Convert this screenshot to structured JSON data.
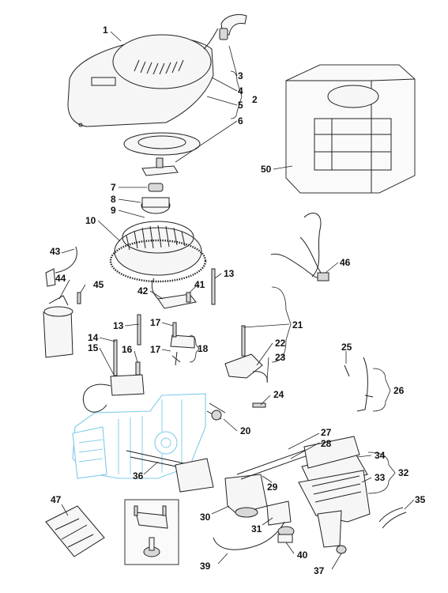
{
  "callouts": [
    {
      "id": "1",
      "label": "1"
    },
    {
      "id": "2",
      "label": "2"
    },
    {
      "id": "3",
      "label": "3"
    },
    {
      "id": "4",
      "label": "4"
    },
    {
      "id": "5",
      "label": "5"
    },
    {
      "id": "6",
      "label": "6"
    },
    {
      "id": "7",
      "label": "7"
    },
    {
      "id": "8",
      "label": "8"
    },
    {
      "id": "9",
      "label": "9"
    },
    {
      "id": "10",
      "label": "10"
    },
    {
      "id": "13a",
      "label": "13"
    },
    {
      "id": "13b",
      "label": "13"
    },
    {
      "id": "14",
      "label": "14"
    },
    {
      "id": "15",
      "label": "15"
    },
    {
      "id": "16",
      "label": "16"
    },
    {
      "id": "17a",
      "label": "17"
    },
    {
      "id": "17b",
      "label": "17"
    },
    {
      "id": "18",
      "label": "18"
    },
    {
      "id": "20",
      "label": "20"
    },
    {
      "id": "21",
      "label": "21"
    },
    {
      "id": "22",
      "label": "22"
    },
    {
      "id": "23",
      "label": "23"
    },
    {
      "id": "24",
      "label": "24"
    },
    {
      "id": "25",
      "label": "25"
    },
    {
      "id": "26",
      "label": "26"
    },
    {
      "id": "27",
      "label": "27"
    },
    {
      "id": "28",
      "label": "28"
    },
    {
      "id": "29",
      "label": "29"
    },
    {
      "id": "30",
      "label": "30"
    },
    {
      "id": "31",
      "label": "31"
    },
    {
      "id": "32",
      "label": "32"
    },
    {
      "id": "33",
      "label": "33"
    },
    {
      "id": "34",
      "label": "34"
    },
    {
      "id": "35",
      "label": "35"
    },
    {
      "id": "36",
      "label": "36"
    },
    {
      "id": "37",
      "label": "37"
    },
    {
      "id": "39",
      "label": "39"
    },
    {
      "id": "40",
      "label": "40"
    },
    {
      "id": "41",
      "label": "41"
    },
    {
      "id": "42",
      "label": "42"
    },
    {
      "id": "43",
      "label": "43"
    },
    {
      "id": "44",
      "label": "44"
    },
    {
      "id": "45",
      "label": "45"
    },
    {
      "id": "46",
      "label": "46"
    },
    {
      "id": "47",
      "label": "47"
    },
    {
      "id": "50",
      "label": "50"
    }
  ],
  "colors": {
    "engine_block": "#7ecbea",
    "ink": "#222222",
    "paper": "#ffffff"
  }
}
